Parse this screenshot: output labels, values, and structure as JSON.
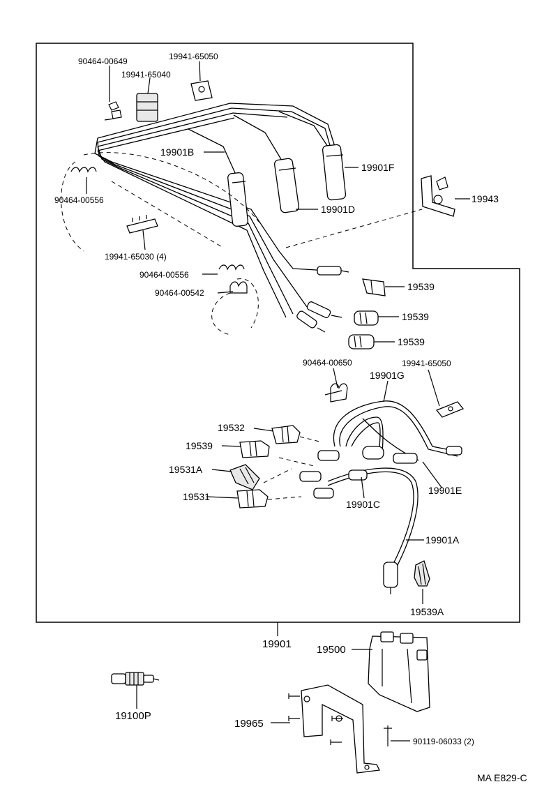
{
  "labels": {
    "p90464_00649": "90464-00649",
    "p19941_65050_top": "19941-65050",
    "p19941_65040": "19941-65040",
    "p19901B": "19901B",
    "p19901F": "19901F",
    "p19901D": "19901D",
    "p90464_00556_a": "90464-00556",
    "p19941_65030": "19941-65030 (4)",
    "p19943": "19943",
    "p90464_00556_b": "90464-00556",
    "p90464_00542": "90464-00542",
    "p19539_a": "19539",
    "p19539_b": "19539",
    "p19539_c": "19539",
    "p90464_00650": "90464-00650",
    "p19941_65050_mid": "19941-65050",
    "p19901G": "19901G",
    "p19532": "19532",
    "p19539_d": "19539",
    "p19531A": "19531A",
    "p19531": "19531",
    "p19901E": "19901E",
    "p19901C": "19901C",
    "p19901A": "19901A",
    "p19539A": "19539A",
    "p19901": "19901",
    "p19500": "19500",
    "p19100P": "19100P",
    "p19965": "19965",
    "p90119_06033": "90119-06033 (2)",
    "ref_code": "MA E829-C"
  }
}
